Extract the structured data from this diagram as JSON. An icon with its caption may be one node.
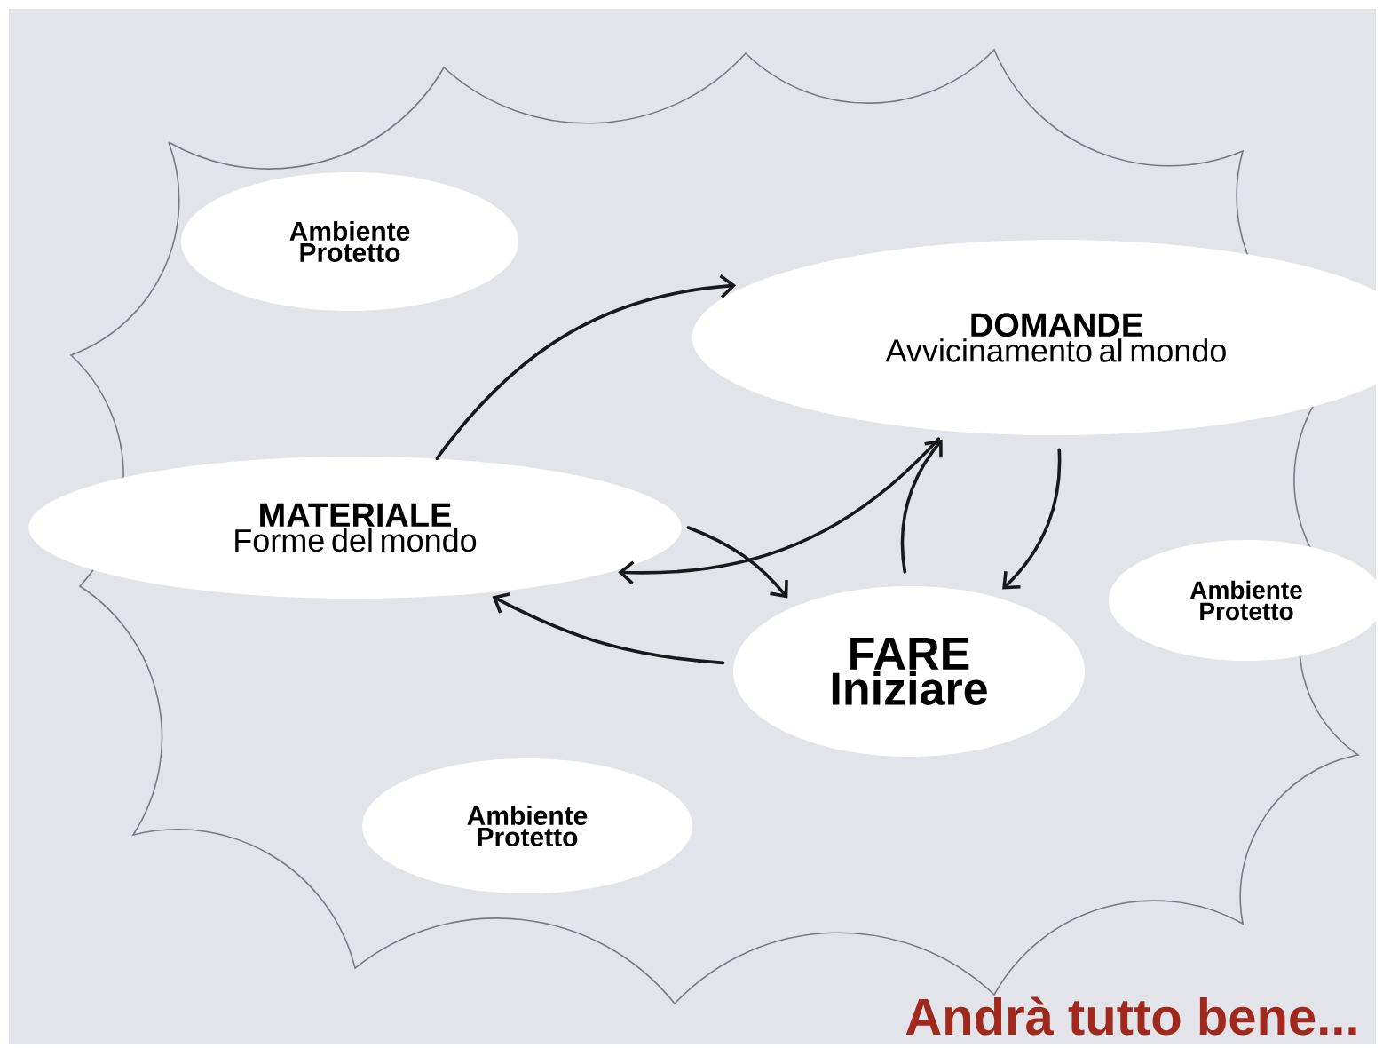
{
  "diagram": {
    "nodes": [
      {
        "text": [
          "Ambiente Protetto"
        ]
      },
      {
        "text": [
          "DOMANDE",
          "Avvicinamento al mondo"
        ]
      },
      {
        "text": [
          "MATERIALE",
          "Forme del mondo"
        ]
      },
      {
        "text": [
          "Ambiente Protetto"
        ]
      },
      {
        "text": [
          "FARE",
          "Iniziare"
        ]
      },
      {
        "text": [
          "Ambiente Protetto"
        ]
      }
    ],
    "edges": [
      {
        "from": 2,
        "to": 1,
        "arrow": "to"
      },
      {
        "from": 1,
        "to": 2,
        "arrow": "to"
      },
      {
        "from": 2,
        "to": 4,
        "arrow": "to"
      },
      {
        "from": 4,
        "to": 2,
        "arrow": "to"
      },
      {
        "from": 4,
        "to": 1,
        "arrow": "to"
      },
      {
        "from": 1,
        "to": 4,
        "arrow": "to"
      }
    ],
    "labels": [
      "Andrà tutto bene..."
    ]
  }
}
